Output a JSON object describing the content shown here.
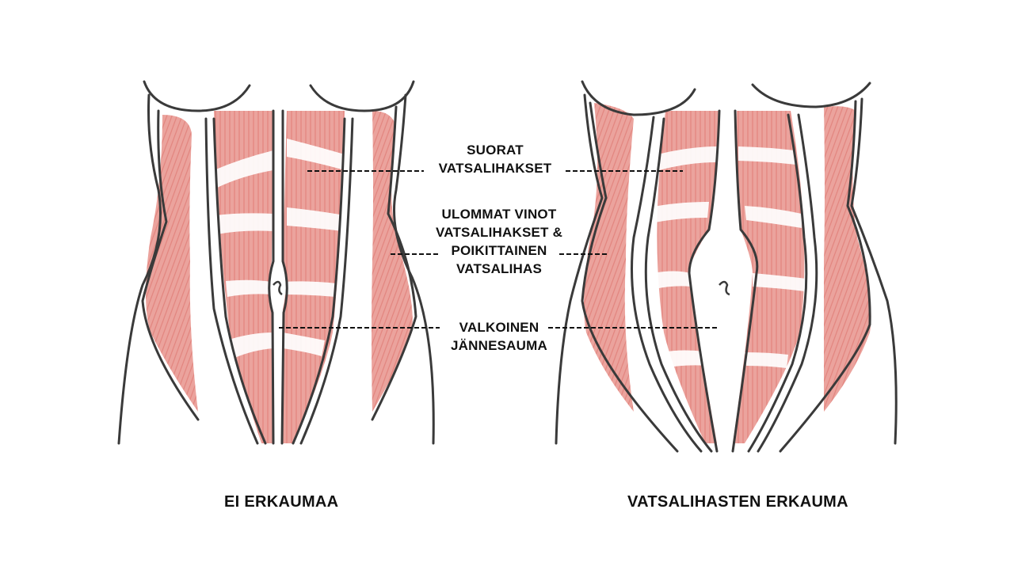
{
  "figure": {
    "title": "Vatsalihasten erkauma vertailu",
    "colors": {
      "muscle": "#e8a09a",
      "muscle_dark": "#e07a74",
      "outline": "#3a3a3a",
      "background": "#ffffff",
      "text": "#111111"
    }
  },
  "labels": {
    "rectus": {
      "lines": [
        "SUORAT",
        "VATSALIHAKSET"
      ]
    },
    "obliques": {
      "lines": [
        "ULOMMAT VINOT",
        "VATSALIHAKSET &",
        "POIKITTAINEN",
        "VATSALIHAS"
      ]
    },
    "linea_alba": {
      "lines": [
        "VALKOINEN",
        "JÄNNESAUMA"
      ]
    }
  },
  "captions": {
    "left": "EI ERKAUMAA",
    "right": "VATSALIHASTEN  ERKAUMA"
  },
  "panels": [
    {
      "id": "left",
      "condition": "normal",
      "caption_ref": "captions.left"
    },
    {
      "id": "right",
      "condition": "diastasis",
      "caption_ref": "captions.right"
    }
  ]
}
